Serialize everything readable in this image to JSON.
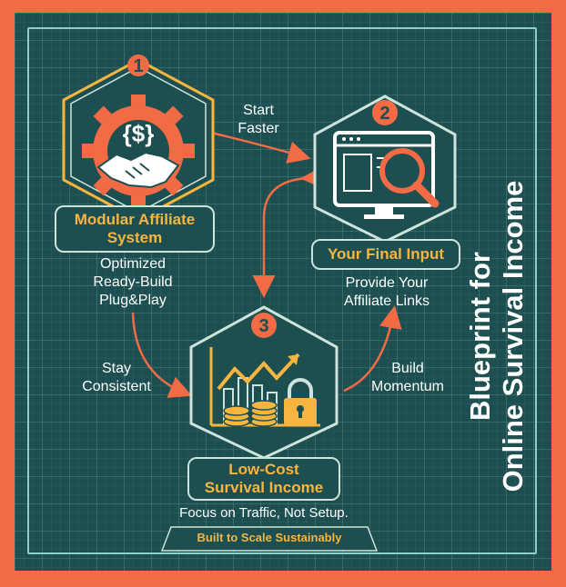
{
  "title": {
    "line1": "Blueprint for",
    "line2": "Online Survival Income"
  },
  "steps": [
    {
      "number": "1",
      "label_line1": "Modular Affiliate",
      "label_line2": "System",
      "desc": [
        "Optimized",
        "Ready-Build",
        "Plug&Play"
      ]
    },
    {
      "number": "2",
      "label": "Your Final Input",
      "desc": [
        "Provide Your",
        "Affiliate Links"
      ]
    },
    {
      "number": "3",
      "label_line1": "Low-Cost",
      "label_line2": "Survival Income",
      "desc": [
        "Focus on Traffic, Not Setup."
      ]
    }
  ],
  "arrows": {
    "a12": [
      "Start",
      "Faster"
    ],
    "a13": [
      "Stay",
      "Consistent"
    ],
    "a32": [
      "Build",
      "Momentum"
    ]
  },
  "footer": "Built to Scale Sustainably",
  "icons": {
    "step1": "gear-dollar-handshake-icon",
    "step2": "monitor-magnifier-icon",
    "step3": "growth-chart-coins-lock-icon"
  },
  "colors": {
    "background": "#1d4e50",
    "accent": "#f26b45",
    "highlight": "#f7b53f",
    "line": "#cde3dc"
  }
}
